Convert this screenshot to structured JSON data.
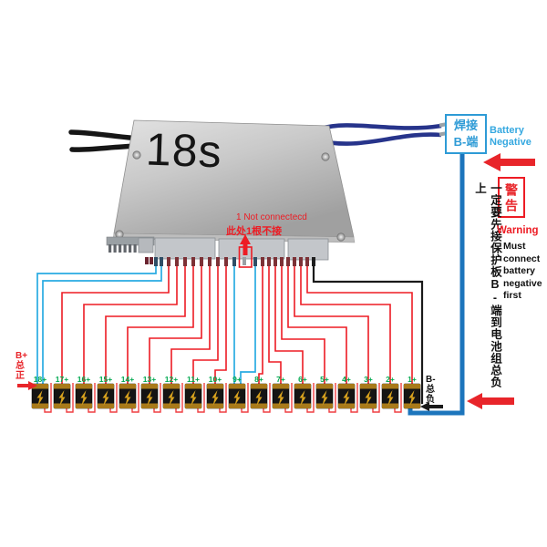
{
  "board": {
    "label": "18s"
  },
  "solder_tag": {
    "line1": "焊接",
    "line2": "B-端"
  },
  "battery_negative": {
    "line1": "Battery",
    "line2": "Negative"
  },
  "warning": {
    "cn": "警告",
    "en": "Warning",
    "lines": [
      "Must",
      "connect",
      "battery",
      "negative",
      "first"
    ]
  },
  "instruction": {
    "text": "一定要先接保护板B-端到电池组总负上"
  },
  "not_connected": {
    "en": "1 Not connectecd",
    "cn": "此处1根不接"
  },
  "b_plus": {
    "lines": [
      "B+",
      "总",
      "正"
    ]
  },
  "b_minus": {
    "lines": [
      "B-",
      "总",
      "负"
    ]
  },
  "batteries": {
    "labels": [
      "18+",
      "17+",
      "16+",
      "15+",
      "14+",
      "13+",
      "12+",
      "11+",
      "10+",
      "9+",
      "8+",
      "7+",
      "6+",
      "5+",
      "4+",
      "3+",
      "2+",
      "1+"
    ]
  },
  "colors": {
    "wire_red": "#ed1c24",
    "series_red": "#ef3e42",
    "wire_blue_light": "#29abe2",
    "wire_blue_thick": "#1c75bc",
    "wire_navy": "#27348b",
    "wire_black": "#1a1a1a",
    "label_green": "#00a94f",
    "warning_red": "#ed1c24",
    "solder_blue": "#2e9bd6",
    "arrow_red": "#e8252a",
    "battery_body": "#141414",
    "battery_cap": "#a87a1a",
    "battery_bolt": "#d8a21e"
  }
}
